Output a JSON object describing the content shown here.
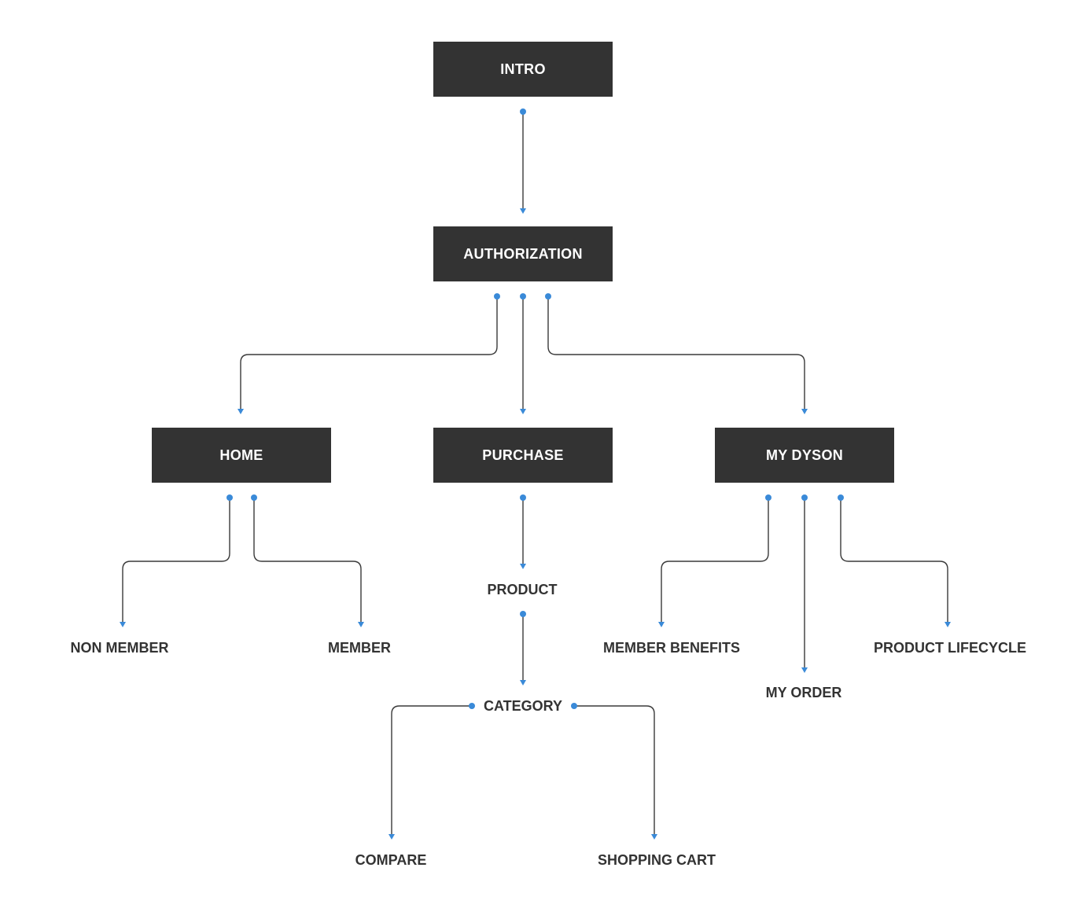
{
  "diagram": {
    "nodes": {
      "intro": "INTRO",
      "authorization": "AUTHORIZATION",
      "home": "HOME",
      "purchase": "PURCHASE",
      "my_dyson": "MY DYSON",
      "non_member": "NON MEMBER",
      "member": "MEMBER",
      "product": "PRODUCT",
      "category": "CATEGORY",
      "compare": "COMPARE",
      "shopping_cart": "SHOPPING CART",
      "member_benefits": "MEMBER BENEFITS",
      "my_order": "MY ORDER",
      "product_lifecycle": "PRODUCT LIFECYCLE"
    },
    "edges": [
      {
        "from": "INTRO",
        "to": "AUTHORIZATION"
      },
      {
        "from": "AUTHORIZATION",
        "to": "HOME"
      },
      {
        "from": "AUTHORIZATION",
        "to": "PURCHASE"
      },
      {
        "from": "AUTHORIZATION",
        "to": "MY DYSON"
      },
      {
        "from": "HOME",
        "to": "NON MEMBER"
      },
      {
        "from": "HOME",
        "to": "MEMBER"
      },
      {
        "from": "PURCHASE",
        "to": "PRODUCT"
      },
      {
        "from": "PRODUCT",
        "to": "CATEGORY"
      },
      {
        "from": "CATEGORY",
        "to": "COMPARE"
      },
      {
        "from": "CATEGORY",
        "to": "SHOPPING CART"
      },
      {
        "from": "MY DYSON",
        "to": "MEMBER BENEFITS"
      },
      {
        "from": "MY DYSON",
        "to": "MY ORDER"
      },
      {
        "from": "MY DYSON",
        "to": "PRODUCT LIFECYCLE"
      }
    ],
    "colors": {
      "box_fill": "#333333",
      "box_text": "#ffffff",
      "label_text": "#333333",
      "connector_line": "#3a3a3a",
      "connector_dot": "#3a8ad8"
    }
  }
}
